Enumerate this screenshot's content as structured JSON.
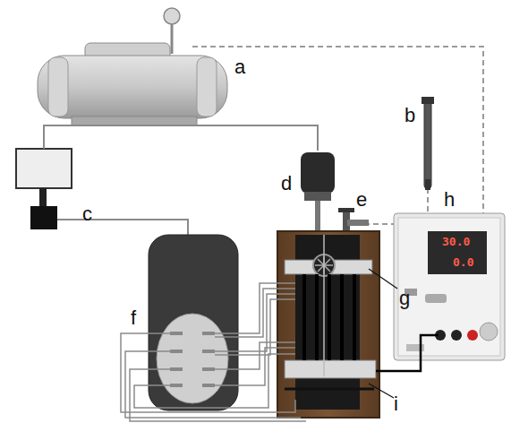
{
  "diagram": {
    "labels": [
      "a",
      "b",
      "c",
      "d",
      "e",
      "f",
      "g",
      "h",
      "i",
      "30.0",
      "0.0"
    ]
  }
}
